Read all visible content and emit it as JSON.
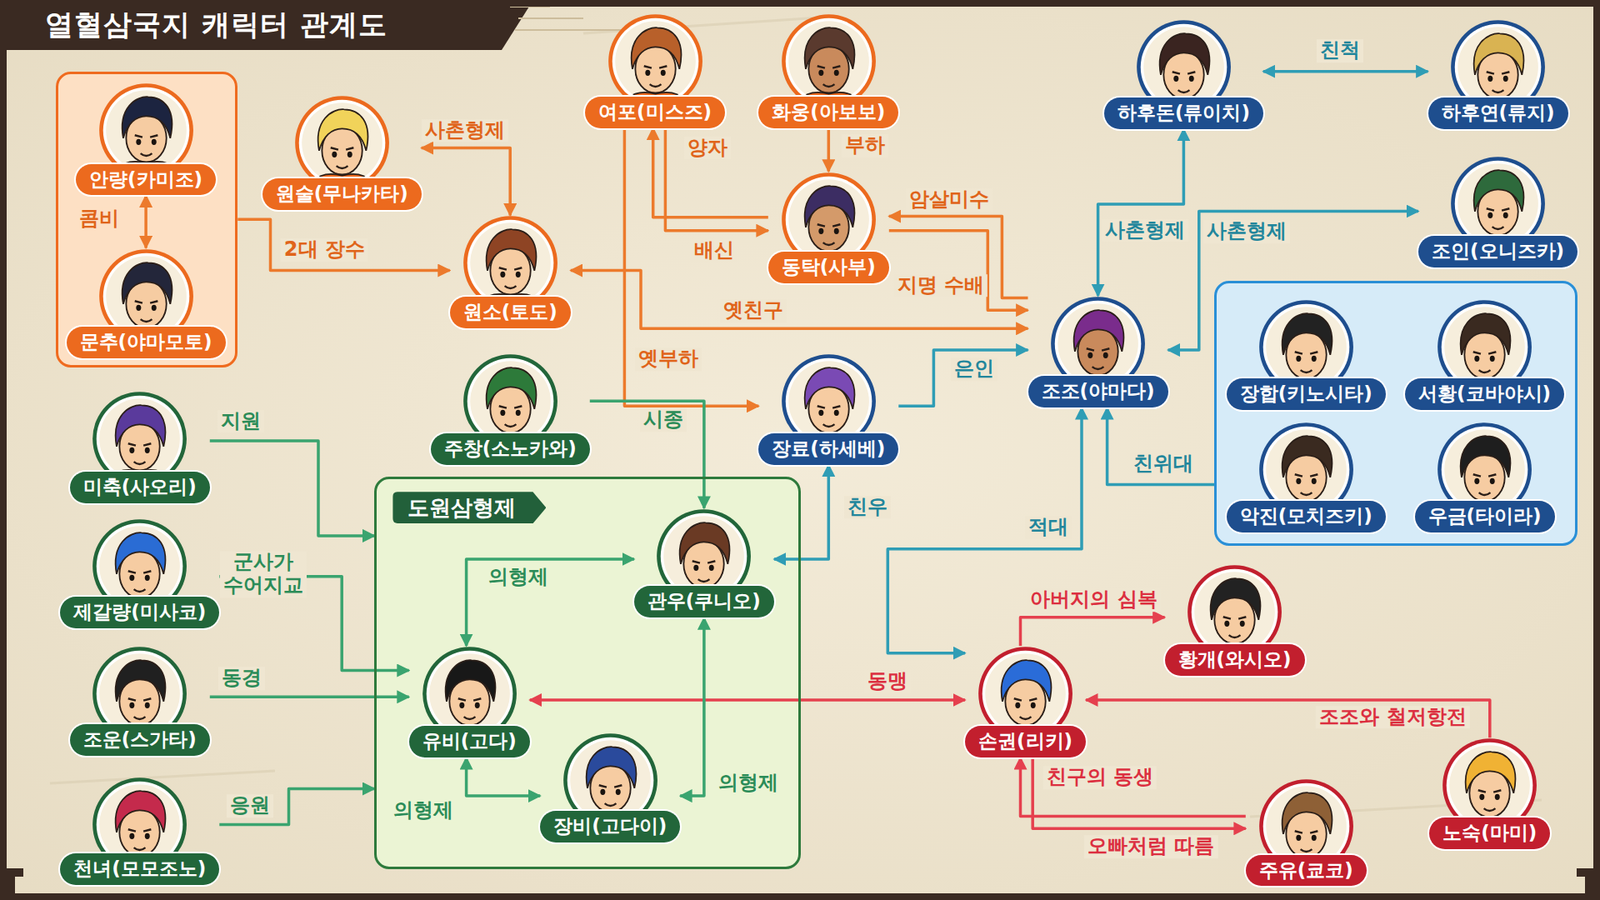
{
  "diagram": {
    "title": "열혈삼국지 캐릭터 관계도",
    "nodes": [
      {
        "text": []
      },
      {
        "text": [
          "안량(카미조)"
        ],
        "in": 0
      },
      {
        "text": [
          "문추(야마모토)"
        ],
        "in": 0
      },
      {
        "text": [
          "원술(무나카타)"
        ]
      },
      {
        "text": [
          "여포(미스즈)"
        ]
      },
      {
        "text": [
          "화웅(아보보)"
        ]
      },
      {
        "text": [
          "동탁(사부)"
        ]
      },
      {
        "text": [
          "원소(토도)"
        ]
      },
      {
        "text": [
          "하후돈(류이치)"
        ]
      },
      {
        "text": [
          "하후연(류지)"
        ]
      },
      {
        "text": [
          "조인(오니즈카)"
        ]
      },
      {
        "text": [
          "조조(야마다)"
        ]
      },
      {
        "text": []
      },
      {
        "text": [
          "장합(키노시타)"
        ],
        "in": 12
      },
      {
        "text": [
          "서황(코바야시)"
        ],
        "in": 12
      },
      {
        "text": [
          "악진(모치즈키)"
        ],
        "in": 12
      },
      {
        "text": [
          "우금(타이라)"
        ],
        "in": 12
      },
      {
        "text": [
          "주창(소노카와)"
        ]
      },
      {
        "text": [
          "장료(하세베)"
        ]
      },
      {
        "text": [
          "미축(사오리)"
        ]
      },
      {
        "text": [
          "제갈량(미사코)"
        ]
      },
      {
        "text": [
          "도원삼형제"
        ]
      },
      {
        "text": [
          "관우(쿠니오)"
        ],
        "in": 21
      },
      {
        "text": [
          "유비(고다)"
        ],
        "in": 21
      },
      {
        "text": [
          "장비(고다이)"
        ],
        "in": 21
      },
      {
        "text": [
          "조운(스가타)"
        ]
      },
      {
        "text": [
          "천녀(모모조노)"
        ]
      },
      {
        "text": [
          "손권(리키)"
        ]
      },
      {
        "text": [
          "황개(와시오)"
        ]
      },
      {
        "text": [
          "노숙(마미)"
        ]
      },
      {
        "text": [
          "주유(쿄코)"
        ]
      }
    ],
    "edges": [
      {
        "from": 1,
        "to": 2,
        "arrow": "both",
        "label": "콤비"
      },
      {
        "from": 3,
        "to": 7,
        "arrow": "both",
        "label": "사촌형제"
      },
      {
        "from": 0,
        "to": 7,
        "arrow": "to",
        "label": "2대 장수"
      },
      {
        "from": 6,
        "to": 4,
        "arrow": "to",
        "label": "양자"
      },
      {
        "from": 4,
        "to": 6,
        "arrow": "to",
        "label": "배신"
      },
      {
        "from": 5,
        "to": 6,
        "arrow": "to",
        "label": "부하"
      },
      {
        "from": 11,
        "to": 6,
        "arrow": "to",
        "label": "암살미수"
      },
      {
        "from": 6,
        "to": 11,
        "arrow": "to",
        "label": "지명 수배"
      },
      {
        "from": 7,
        "to": 11,
        "arrow": "both",
        "label": "옛친구"
      },
      {
        "from": 4,
        "to": 18,
        "arrow": "to",
        "label": "옛부하"
      },
      {
        "from": 18,
        "to": 11,
        "arrow": "to",
        "label": "은인"
      },
      {
        "from": 22,
        "to": 18,
        "arrow": "both",
        "label": "친우"
      },
      {
        "from": 17,
        "to": 22,
        "arrow": "to",
        "label": "시종"
      },
      {
        "from": 11,
        "to": 8,
        "arrow": "both",
        "label": "사촌형제"
      },
      {
        "from": 11,
        "to": 10,
        "arrow": "both",
        "label": "사촌형제"
      },
      {
        "from": 8,
        "to": 9,
        "arrow": "both",
        "label": "친척"
      },
      {
        "from": 12,
        "to": 11,
        "arrow": "to",
        "label": "친위대"
      },
      {
        "from": 11,
        "to": 27,
        "arrow": "both",
        "label": "적대"
      },
      {
        "from": 23,
        "to": 27,
        "arrow": "both",
        "label": "동맹"
      },
      {
        "from": 27,
        "to": 28,
        "arrow": "to",
        "label": "아버지의 심복"
      },
      {
        "from": 30,
        "to": 27,
        "arrow": "to",
        "label": "친구의 동생"
      },
      {
        "from": 27,
        "to": 30,
        "arrow": "to",
        "label": "오빠처럼 따름"
      },
      {
        "from": 29,
        "to": 27,
        "arrow": "to",
        "label": "조조와 철저항전"
      },
      {
        "from": 19,
        "to": 21,
        "arrow": "to",
        "label": "지원"
      },
      {
        "from": 20,
        "to": 23,
        "arrow": "to",
        "label": "군사가 수어지교"
      },
      {
        "from": 25,
        "to": 23,
        "arrow": "to",
        "label": "동경"
      },
      {
        "from": 26,
        "to": 21,
        "arrow": "to",
        "label": "응원"
      },
      {
        "from": 23,
        "to": 22,
        "arrow": "both",
        "label": "의형제"
      },
      {
        "from": 23,
        "to": 24,
        "arrow": "both",
        "label": "의형제"
      },
      {
        "from": 24,
        "to": 22,
        "arrow": "both",
        "label": "의형제"
      }
    ]
  }
}
